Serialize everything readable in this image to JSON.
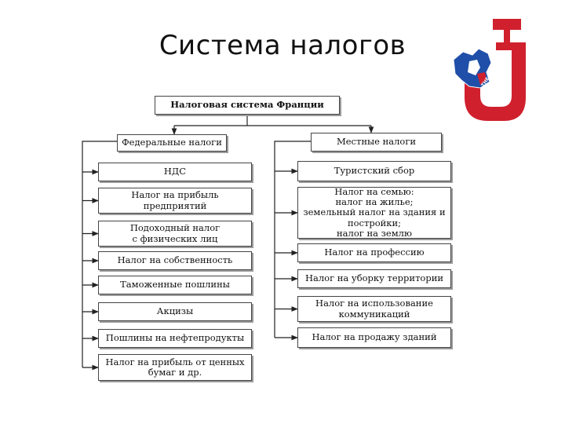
{
  "title": "Система налогов",
  "diagram": {
    "root": "Налоговая система Франции",
    "federal": {
      "header": "Федеральные налоги",
      "items": [
        "НДС",
        "Налог на прибыль\nпредприятий",
        "Подоходный налог\nс физических лиц",
        "Налог на собственность",
        "Таможенные пошлины",
        "Акцизы",
        "Пошлины на нефтепродукты",
        "Налог на прибыль от ценных\nбумаг и др."
      ]
    },
    "local": {
      "header": "Местные налоги",
      "items": [
        "Туристский сбор",
        "Налог на семью:\nналог на жилье;\nземельный налог на здания и\nпостройки;\nналог на землю",
        "Налог на профессию",
        "Налог на уборку территории",
        "Налог на использование\nкоммуникаций",
        "Налог на продажу зданий"
      ]
    }
  },
  "logo": {
    "text": "THE TAXES",
    "color": "#d0202e"
  }
}
